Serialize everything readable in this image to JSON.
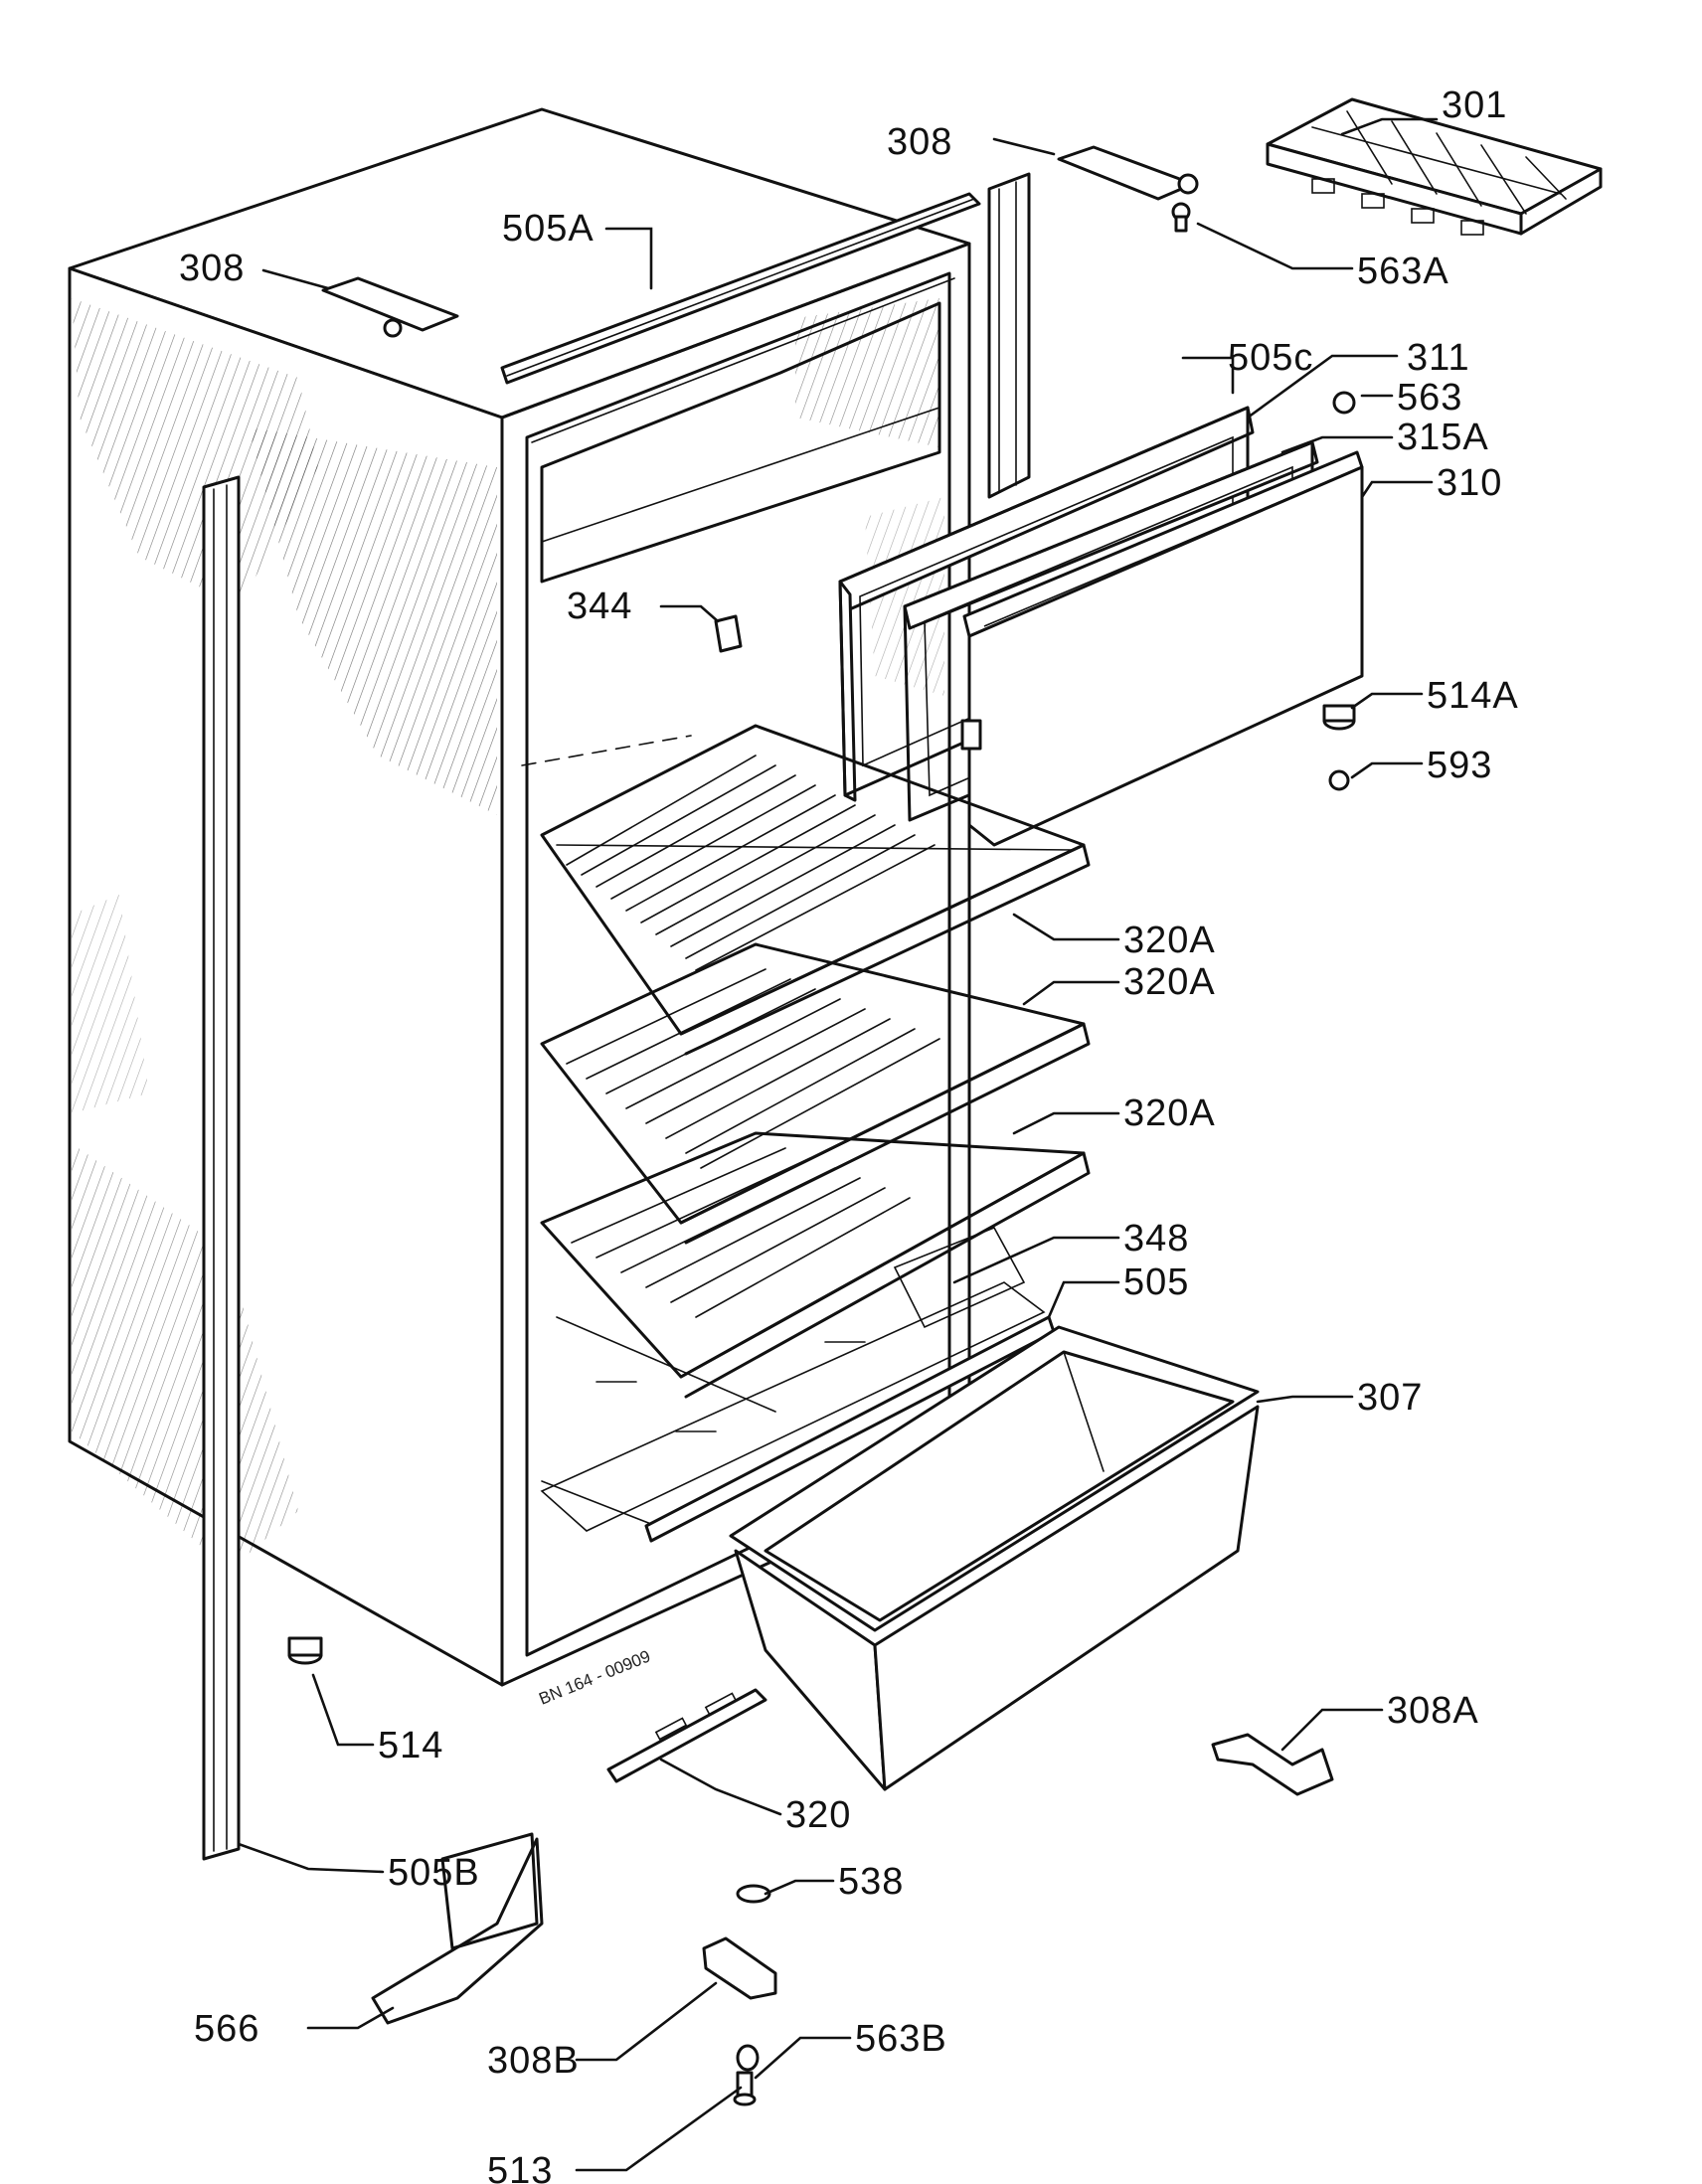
{
  "labels": {
    "301": "301",
    "308_top_right": "308",
    "308_top_left": "308",
    "505A": "505A",
    "563A": "563A",
    "505C": "505c",
    "311": "311",
    "563": "563",
    "315A": "315A",
    "310": "310",
    "344": "344",
    "514A": "514A",
    "593": "593",
    "320A_1": "320A",
    "320A_2": "320A",
    "320A_3": "320A",
    "348": "348",
    "505": "505",
    "307": "307",
    "514": "514",
    "308A": "308A",
    "320": "320",
    "505B": "505B",
    "538": "538",
    "566": "566",
    "308B": "308B",
    "563B": "563B",
    "513": "513"
  },
  "stamp": "BN 164 - 00909"
}
